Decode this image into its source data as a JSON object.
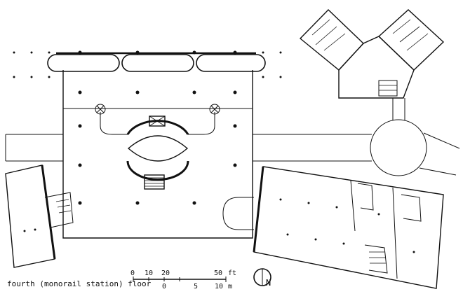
{
  "caption": "fourth (monorail station) floor",
  "scale": {
    "feet_ticks": [
      "0",
      "10",
      "20",
      "50"
    ],
    "feet_unit": "ft",
    "meter_ticks": [
      "0",
      "5",
      "10"
    ],
    "meter_unit": "m"
  },
  "north_arrow": {
    "letter": "N"
  },
  "colors": {
    "ink": "#111111",
    "paper": "#ffffff"
  }
}
